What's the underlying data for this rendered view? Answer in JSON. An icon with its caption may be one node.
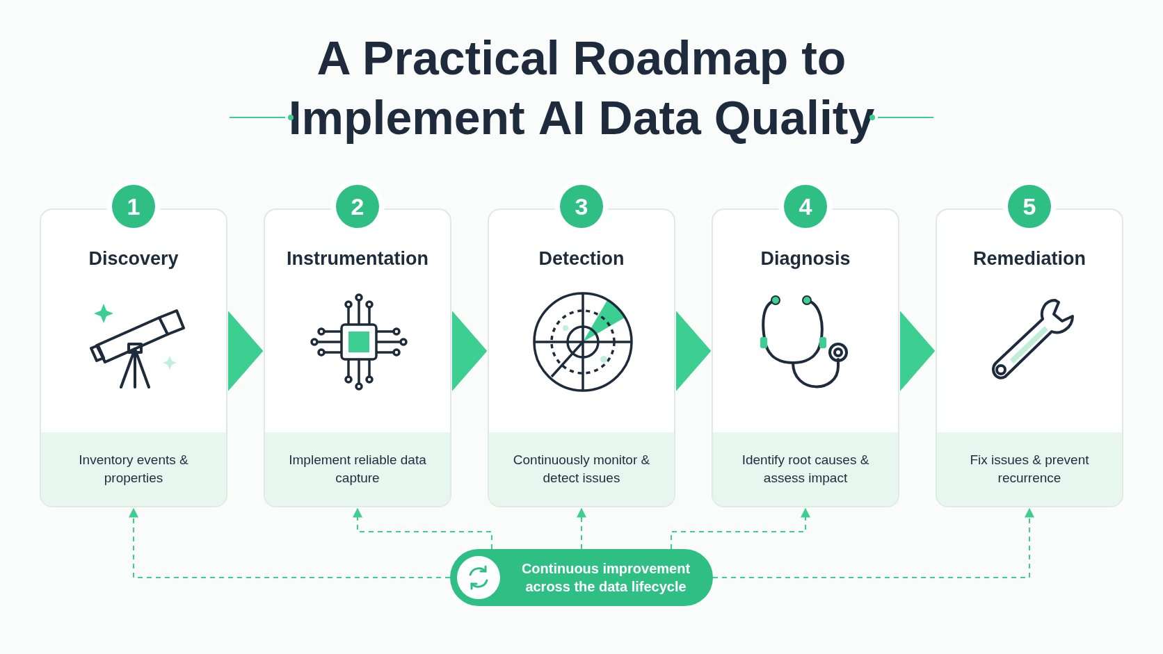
{
  "diagram": {
    "title": "A Practical Roadmap to Implement **AI Data Quality**",
    "nodes": [
      {
        "text": [
          "1",
          "Discovery",
          "Inventory events & properties"
        ]
      },
      {
        "text": [
          "2",
          "Instrumentation",
          "Implement reliable data capture"
        ]
      },
      {
        "text": [
          "3",
          "Detection",
          "Continuously monitor & detect issues"
        ]
      },
      {
        "text": [
          "4",
          "Diagnosis",
          "Identify root causes & assess impact"
        ]
      },
      {
        "text": [
          "5",
          "Remediation",
          "Fix issues & prevent recurrence"
        ]
      },
      {
        "text": [
          "Continuous improvement across the data lifecycle"
        ]
      }
    ],
    "edges": [
      {
        "from": 0,
        "to": 1,
        "arrow": "to"
      },
      {
        "from": 1,
        "to": 2,
        "arrow": "to"
      },
      {
        "from": 2,
        "to": 3,
        "arrow": "to"
      },
      {
        "from": 3,
        "to": 4,
        "arrow": "to"
      },
      {
        "from": 5,
        "to": 0,
        "arrow": "to",
        "style": "dashed"
      },
      {
        "from": 5,
        "to": 1,
        "arrow": "to",
        "style": "dashed"
      },
      {
        "from": 5,
        "to": 2,
        "arrow": "to",
        "style": "dashed"
      },
      {
        "from": 5,
        "to": 3,
        "arrow": "to",
        "style": "dashed"
      },
      {
        "from": 5,
        "to": 4,
        "arrow": "to",
        "style": "dashed"
      }
    ]
  }
}
